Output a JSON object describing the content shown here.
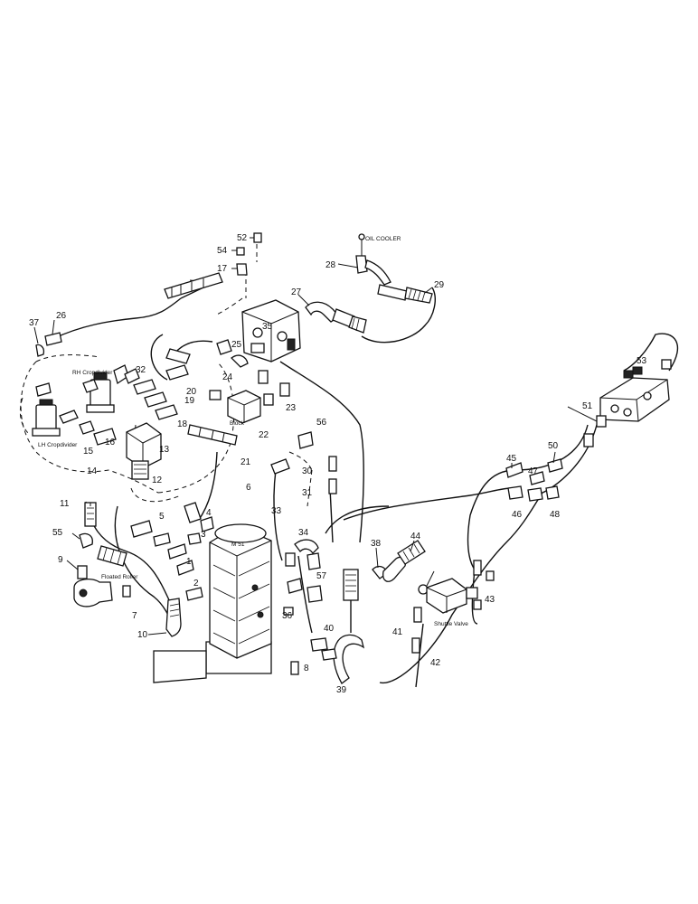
{
  "callouts": [
    "52",
    "54",
    "17",
    "28",
    "29",
    "27",
    "25",
    "26",
    "37",
    "32",
    "31",
    "30",
    "56",
    "33",
    "34",
    "35",
    "22",
    "23",
    "21",
    "18",
    "19",
    "15",
    "16",
    "14",
    "13",
    "12",
    "11",
    "55",
    "9",
    "10",
    "5",
    "4",
    "3",
    "1",
    "2",
    "6",
    "7",
    "8",
    "57",
    "36",
    "40",
    "44",
    "38",
    "39",
    "41",
    "42",
    "43",
    "45",
    "46",
    "47",
    "48",
    "50",
    "51",
    "53",
    "24",
    "20"
  ],
  "captions": {
    "oil_cooler": "OIL COOLER",
    "rh_cropdivider": "RH Cropdivider",
    "lh_cropdivider": "LH Cropdivider",
    "shuttle_valve": "Shuttle Valve",
    "block": "Block",
    "floated_roller": "Floated Roller",
    "cylinder_text": "M 51"
  },
  "colors": {
    "ink": "#111111",
    "paper": "#ffffff"
  }
}
